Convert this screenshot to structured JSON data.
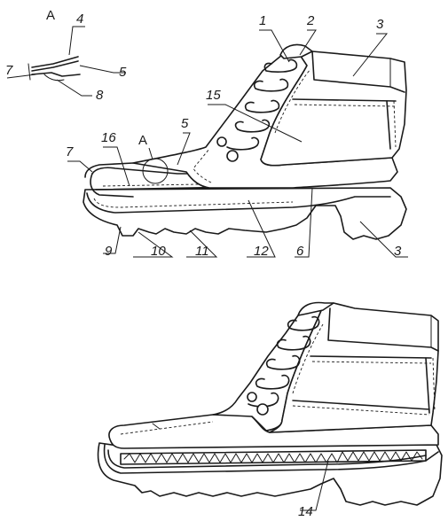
{
  "detail": {
    "title": "A",
    "callouts": [
      {
        "id": "4",
        "text": "4"
      },
      {
        "id": "7",
        "text": "7"
      },
      {
        "id": "5",
        "text": "5"
      },
      {
        "id": "8",
        "text": "8"
      }
    ]
  },
  "boot_top": {
    "view_marker": "A",
    "callouts": [
      {
        "id": "1",
        "text": "1"
      },
      {
        "id": "2",
        "text": "2"
      },
      {
        "id": "3a",
        "text": "3"
      },
      {
        "id": "15",
        "text": "15"
      },
      {
        "id": "16",
        "text": "16"
      },
      {
        "id": "5",
        "text": "5"
      },
      {
        "id": "7",
        "text": "7"
      },
      {
        "id": "9",
        "text": "9"
      },
      {
        "id": "10",
        "text": "10"
      },
      {
        "id": "11",
        "text": "11"
      },
      {
        "id": "12",
        "text": "12"
      },
      {
        "id": "6",
        "text": "6"
      },
      {
        "id": "3b",
        "text": "3"
      }
    ]
  },
  "boot_bottom": {
    "callouts": [
      {
        "id": "14",
        "text": "14"
      }
    ]
  }
}
